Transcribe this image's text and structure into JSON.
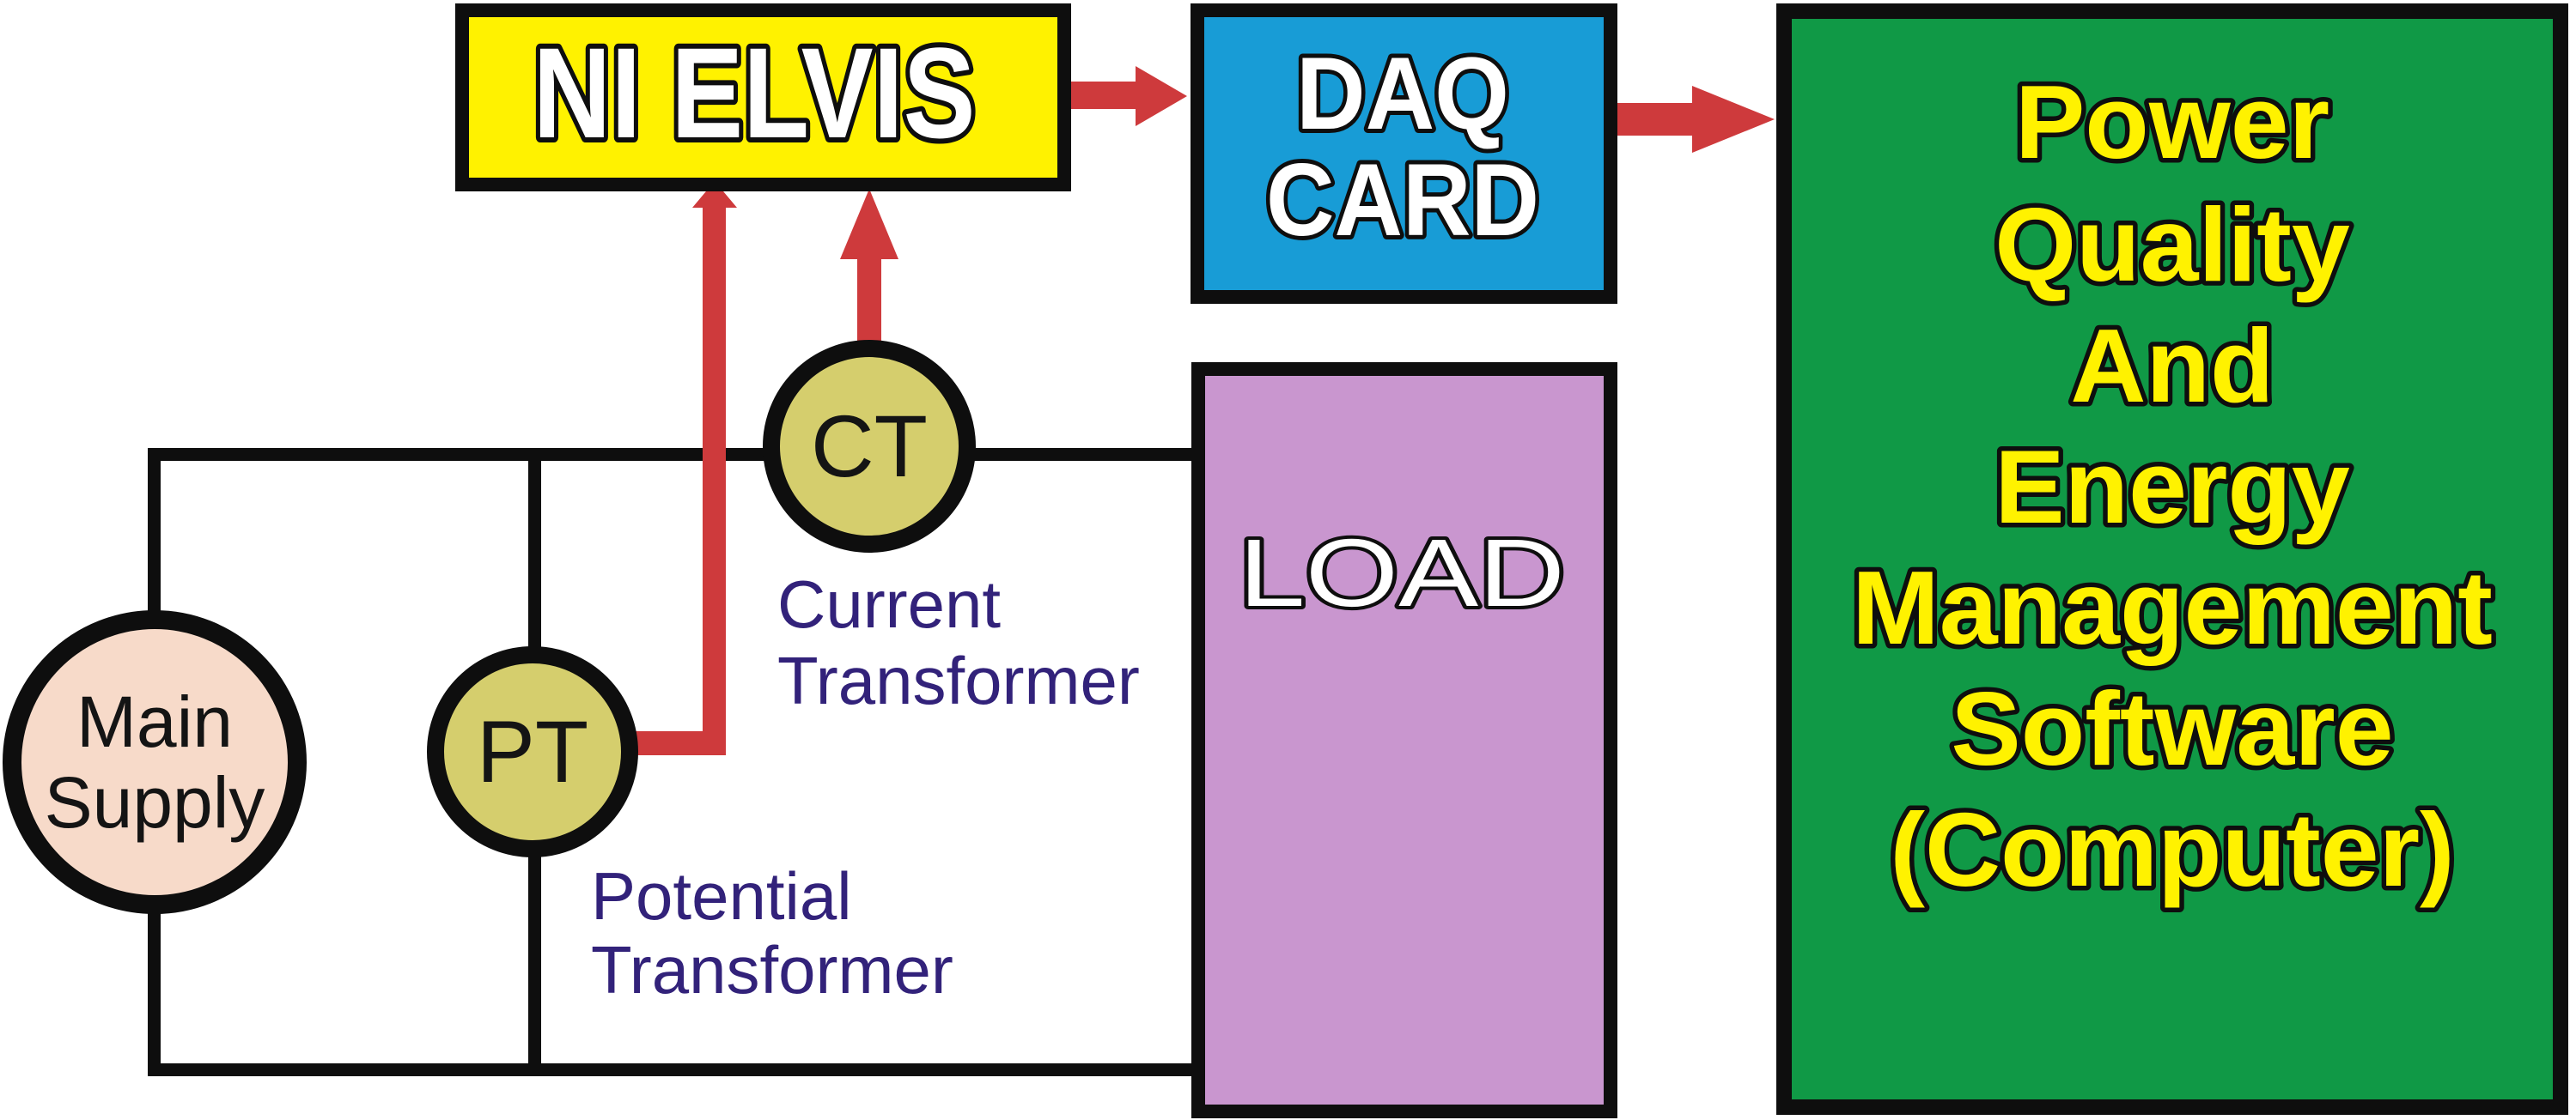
{
  "diagram": {
    "description": "Block diagram of a power quality and energy management measurement setup"
  },
  "blocks": {
    "ni_elvis": {
      "label": "NI ELVIS",
      "fill": "#FFF200",
      "text_color": "#FFFFFF"
    },
    "daq_card": {
      "line1": "DAQ",
      "line2": "CARD",
      "fill": "#189CD6",
      "text_color": "#FFFFFF"
    },
    "software": {
      "lines": [
        "Power",
        "Quality",
        "And",
        "Energy",
        "Management",
        "Software",
        "(Computer)"
      ],
      "fill": "#109946",
      "text_color": "#FFF200"
    },
    "load": {
      "label": "LOAD",
      "fill": "#C996CF",
      "text_color": "#FFFFFF"
    }
  },
  "nodes": {
    "main_supply": {
      "line1": "Main",
      "line2": "Supply",
      "fill": "#F7DAC9"
    },
    "pt": {
      "label": "PT",
      "fill": "#D5CE6D"
    },
    "ct": {
      "label": "CT",
      "fill": "#D5CE6D"
    }
  },
  "captions": {
    "ct_line1": "Current",
    "ct_line2": "Transformer",
    "pt_line1": "Potential",
    "pt_line2": "Transformer",
    "color": "#32227A"
  },
  "connections": [
    {
      "from": "PT",
      "to": "NI ELVIS",
      "style": "red-arrow"
    },
    {
      "from": "CT",
      "to": "NI ELVIS",
      "style": "red-arrow"
    },
    {
      "from": "NI ELVIS",
      "to": "DAQ CARD",
      "style": "red-arrow"
    },
    {
      "from": "DAQ CARD",
      "to": "Power Quality And Energy Management Software (Computer)",
      "style": "red-arrow"
    },
    {
      "from": "Main Supply",
      "to": "LOAD",
      "style": "black-wire"
    }
  ],
  "colors": {
    "arrow_red": "#CE3A3C",
    "wire_black": "#0E0E0E",
    "background": "#FFFFFF"
  }
}
